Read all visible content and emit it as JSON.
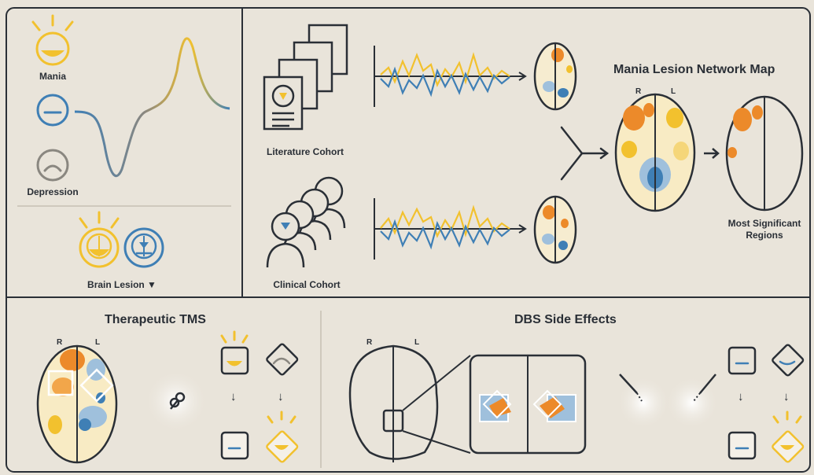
{
  "mood_panel": {
    "mania_label": "Mania",
    "depression_label": "Depression",
    "brain_lesion_label": "Brain Lesion ▼"
  },
  "network_panel": {
    "title": "Mania Lesion Network Map",
    "literature_label": "Literature Cohort",
    "clinical_label": "Clinical Cohort",
    "significant_label_line1": "Most Significant",
    "significant_label_line2": "Regions",
    "r_label": "R",
    "l_label": "L"
  },
  "tms_panel": {
    "title": "Therapeutic TMS",
    "r_label": "R",
    "l_label": "L",
    "arrow": "↓"
  },
  "dbs_panel": {
    "title": "DBS Side Effects",
    "r_label": "R",
    "l_label": "L",
    "arrow": "↓"
  },
  "colors": {
    "background": "#e9e4da",
    "ink": "#2a2f36",
    "yellow": "#f2c12e",
    "orange": "#ec8a2a",
    "blue": "#3f7fb5",
    "grey": "#8a8780"
  }
}
